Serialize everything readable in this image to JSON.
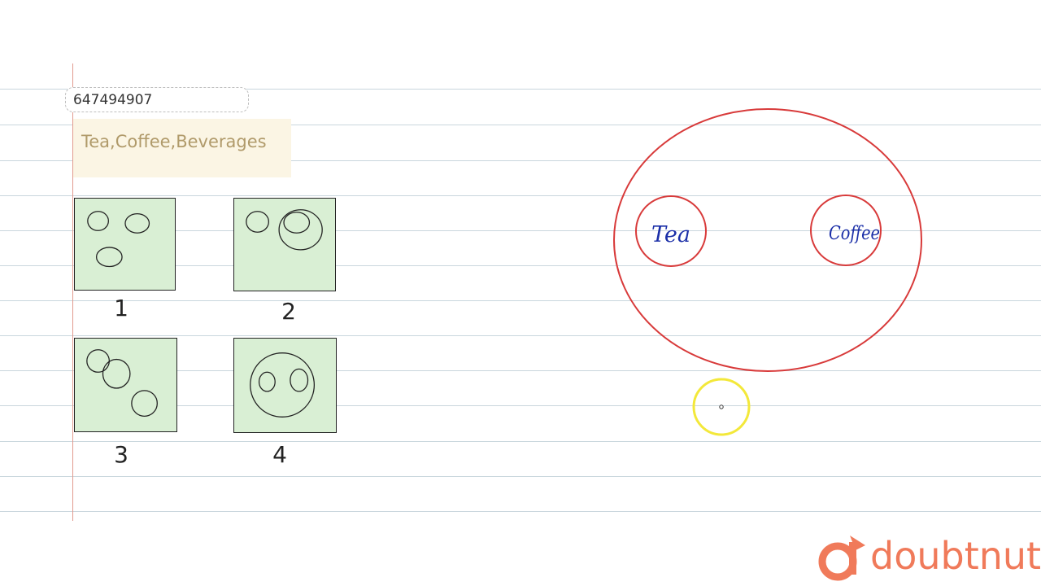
{
  "question_id": "647494907",
  "question_text": "Tea,Coffee,Beverages",
  "options": [
    {
      "label": "1"
    },
    {
      "label": "2"
    },
    {
      "label": "3"
    },
    {
      "label": "4"
    }
  ],
  "diagram": {
    "inner_labels": [
      "Tea",
      "Coffee"
    ],
    "outer_color": "#d83a3a",
    "text_color": "#1b2fa8",
    "cursor_color": "#f3e83a"
  },
  "logo": {
    "text": "doubtnut",
    "color": "#f07a5a"
  }
}
